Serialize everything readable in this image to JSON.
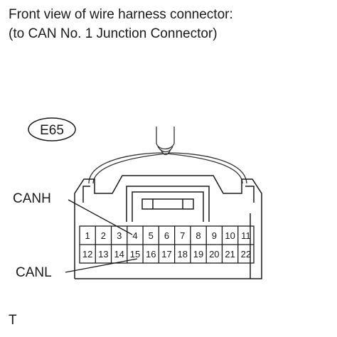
{
  "title_line1": "Front view of wire harness connector:",
  "title_line2": "(to CAN No. 1 Junction Connector)",
  "connector_code": "E65",
  "labels": {
    "canh": "CANH",
    "canl": "CANL"
  },
  "pins_top": [
    "1",
    "2",
    "3",
    "4",
    "5",
    "6",
    "7",
    "8",
    "9",
    "10",
    "11"
  ],
  "pins_bottom": [
    "12",
    "13",
    "14",
    "15",
    "16",
    "17",
    "18",
    "19",
    "20",
    "21",
    "22"
  ],
  "footnote": "T"
}
